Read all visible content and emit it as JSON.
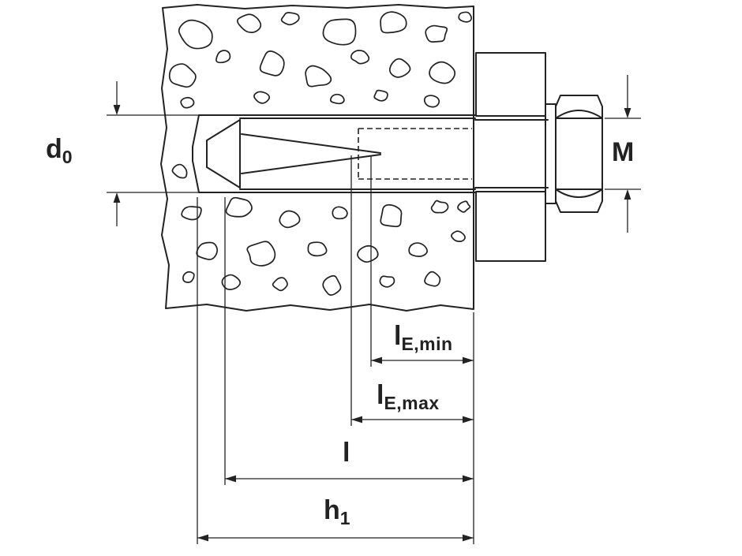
{
  "colors": {
    "line": "#222222",
    "background": "#ffffff"
  },
  "labels": {
    "d0": {
      "main": "d",
      "sub": "0"
    },
    "m": {
      "main": "M",
      "sub": ""
    },
    "le_min": {
      "main": "l",
      "sub": "E,min"
    },
    "le_max": {
      "main": "l",
      "sub": "E,max"
    },
    "l": {
      "main": "l",
      "sub": ""
    },
    "h1": {
      "main": "h",
      "sub": "1"
    }
  }
}
